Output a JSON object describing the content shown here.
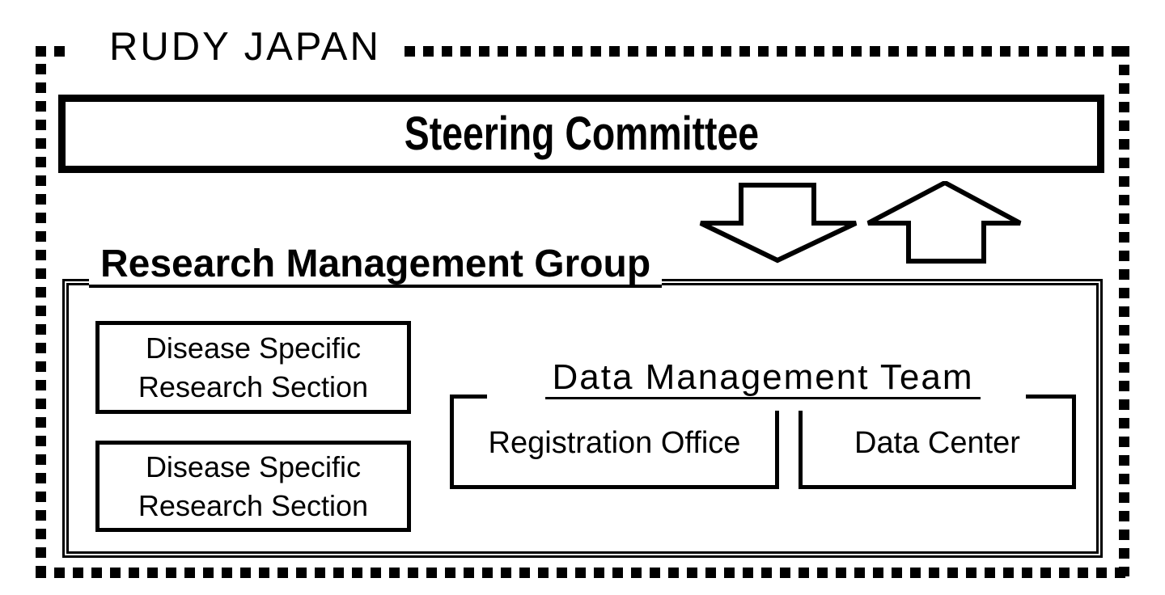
{
  "diagram": {
    "title": "RUDY JAPAN",
    "steering_committee": {
      "label": "Steering Committee"
    },
    "arrows": {
      "down_arrow": "down-arrow",
      "up_arrow": "up-arrow"
    },
    "research_management_group": {
      "title": "Research Management Group",
      "disease_sections": [
        {
          "line1": "Disease Specific",
          "line2": "Research Section"
        },
        {
          "line1": "Disease Specific",
          "line2": "Research Section"
        }
      ],
      "data_management_team": {
        "title": "Data Management Team",
        "registration_office": "Registration Office",
        "data_center": "Data Center"
      }
    },
    "colors": {
      "line": "#000000",
      "background": "#ffffff"
    }
  }
}
